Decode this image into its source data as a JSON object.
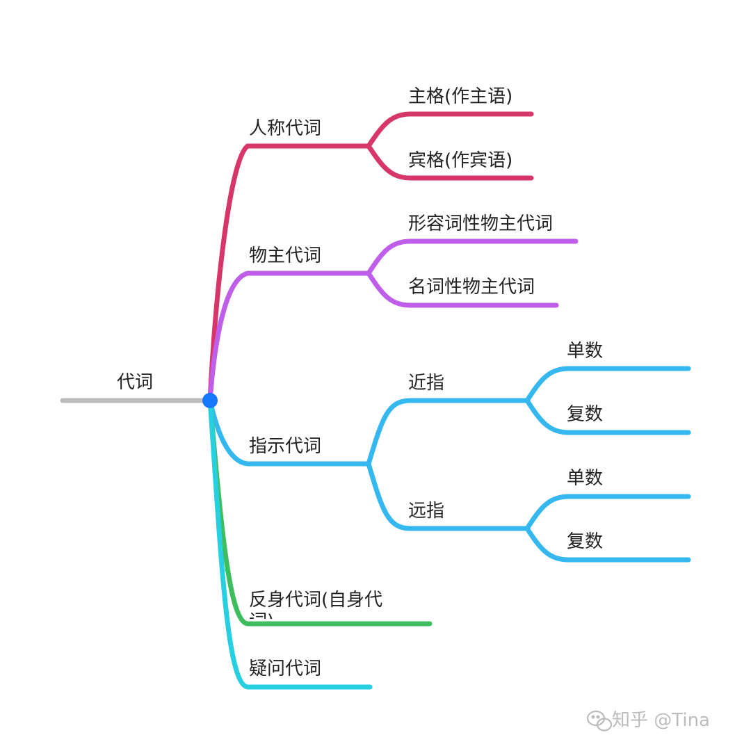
{
  "colors": {
    "root_line": "#bcbcbc",
    "root_dot": "#1677ff",
    "personal": "#d63768",
    "possessive": "#bf5ee8",
    "demonstrative": "#35b8ef",
    "reflexive": "#3ebd5f",
    "interrogative": "#26d0e0",
    "text": "#222222",
    "watermark": "#bcbcbc"
  },
  "root": {
    "label": "代词"
  },
  "branches": [
    {
      "label": "人称代词",
      "children": [
        {
          "label": "主格(作主语)"
        },
        {
          "label": "宾格(作宾语)"
        }
      ]
    },
    {
      "label": "物主代词",
      "children": [
        {
          "label": "形容词性物主代词"
        },
        {
          "label": "名词性物主代词"
        }
      ]
    },
    {
      "label": "指示代词",
      "children": [
        {
          "label": "近指",
          "children": [
            {
              "label": "单数"
            },
            {
              "label": "复数"
            }
          ]
        },
        {
          "label": "远指",
          "children": [
            {
              "label": "单数"
            },
            {
              "label": "复数"
            }
          ]
        }
      ]
    },
    {
      "label": "反身代词(自身代词)"
    },
    {
      "label": "疑问代词"
    }
  ],
  "watermark": {
    "icon": "wechat-icon",
    "text": "知乎 @Tina"
  }
}
